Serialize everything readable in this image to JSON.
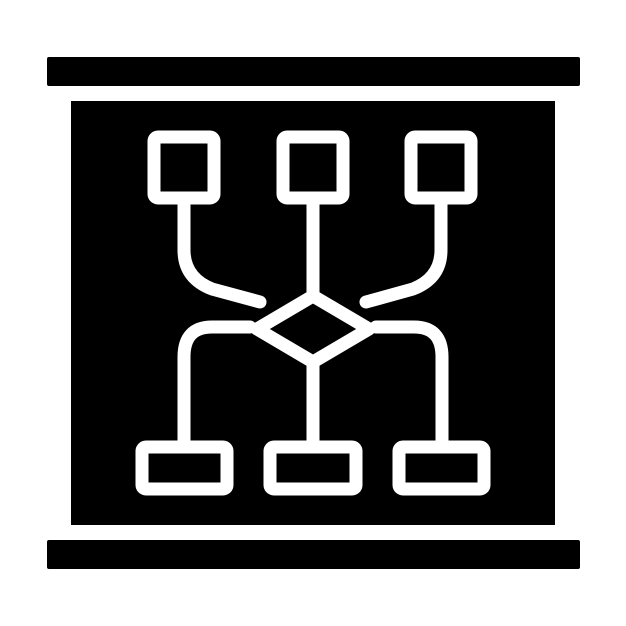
{
  "icon": {
    "name": "flowchart-board-icon",
    "style": "glyph",
    "colors": {
      "background": "#ffffff",
      "fill": "#000000",
      "stroke": "#ffffff"
    },
    "parts": {
      "top_nodes": 3,
      "decision_nodes": 1,
      "bottom_nodes": 3
    }
  }
}
